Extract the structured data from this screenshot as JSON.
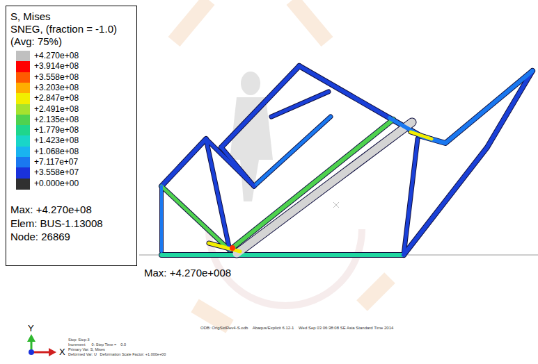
{
  "diagram": {
    "nodes": [
      {
        "text": [
          "S, Mises",
          "SNEG, (fraction = -1.0)",
          "(Avg: 75%)",
          "Max: +4.270e+08",
          "Elem: BUS-1.13008",
          "Node: 26869"
        ]
      }
    ],
    "labels": [
      "Max: +4.270e+008",
      "Y",
      "X",
      "ODB: OrigStdRev4-S.odb    Abaqus/Explicit 6.12-1    Wed Sep 03 06:38:08 SE Asia Standard Time 2014",
      "Step: Step-3",
      "Increment      0: Step Time =    0.0",
      "Primary Var: S, Mises",
      "Deformed Var: U   Deformation Scale Factor: +1.000e+00"
    ],
    "legend": [
      {
        "text": "+4.270e+08",
        "color": "#c0c0c0"
      },
      {
        "text": "+3.914e+08",
        "color": "#ff0000"
      },
      {
        "text": "+3.558e+08",
        "color": "#ff5a00"
      },
      {
        "text": "+3.203e+08",
        "color": "#ffae00"
      },
      {
        "text": "+2.847e+08",
        "color": "#f2ee00"
      },
      {
        "text": "+2.491e+08",
        "color": "#a6e22e"
      },
      {
        "text": "+2.135e+08",
        "color": "#4fd24f"
      },
      {
        "text": "+1.779e+08",
        "color": "#1fd68c"
      },
      {
        "text": "+1.423e+08",
        "color": "#19d6c8"
      },
      {
        "text": "+1.068e+08",
        "color": "#19b4f0"
      },
      {
        "text": "+7.117e+07",
        "color": "#1a78f0"
      },
      {
        "text": "+3.558e+07",
        "color": "#1a32dc"
      },
      {
        "text": "+0.000e+00",
        "color": "#303030"
      }
    ]
  }
}
